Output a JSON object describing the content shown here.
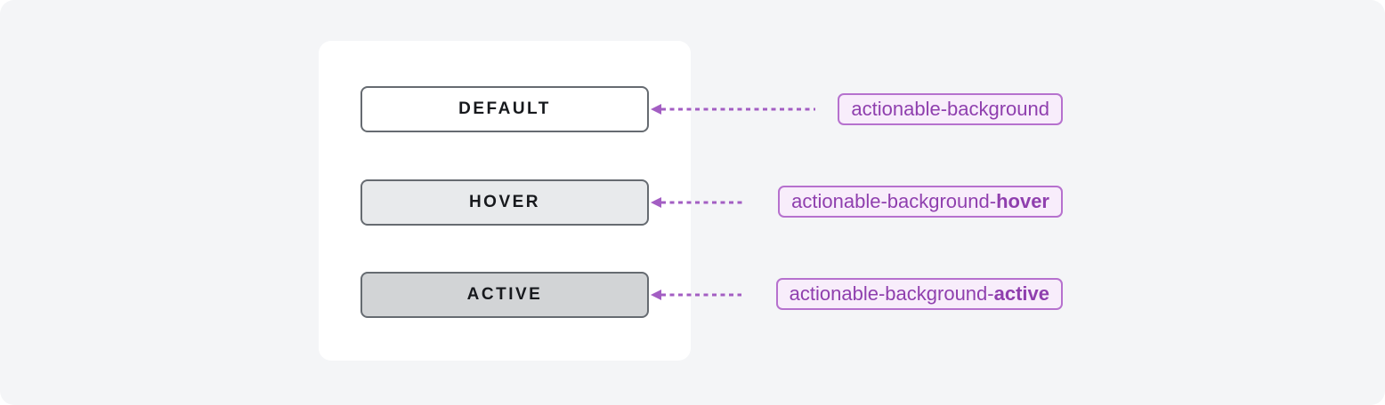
{
  "colors": {
    "panel_bg": "#f4f5f7",
    "card_bg": "#ffffff",
    "button_border": "#666b71",
    "button_text": "#17191d",
    "state_default_bg": "#ffffff",
    "state_hover_bg": "#e8eaec",
    "state_active_bg": "#d2d4d6",
    "token_border": "#b671ce",
    "token_bg": "#f8edfb",
    "token_text": "#8f3fae",
    "arrow": "#a35ec3"
  },
  "states": [
    {
      "id": "default",
      "button_label": "DEFAULT",
      "token_prefix": "actionable-background",
      "token_bold": ""
    },
    {
      "id": "hover",
      "button_label": "HOVER",
      "token_prefix": "actionable-background-",
      "token_bold": "hover"
    },
    {
      "id": "active",
      "button_label": "ACTIVE",
      "token_prefix": "actionable-background-",
      "token_bold": "active"
    }
  ]
}
